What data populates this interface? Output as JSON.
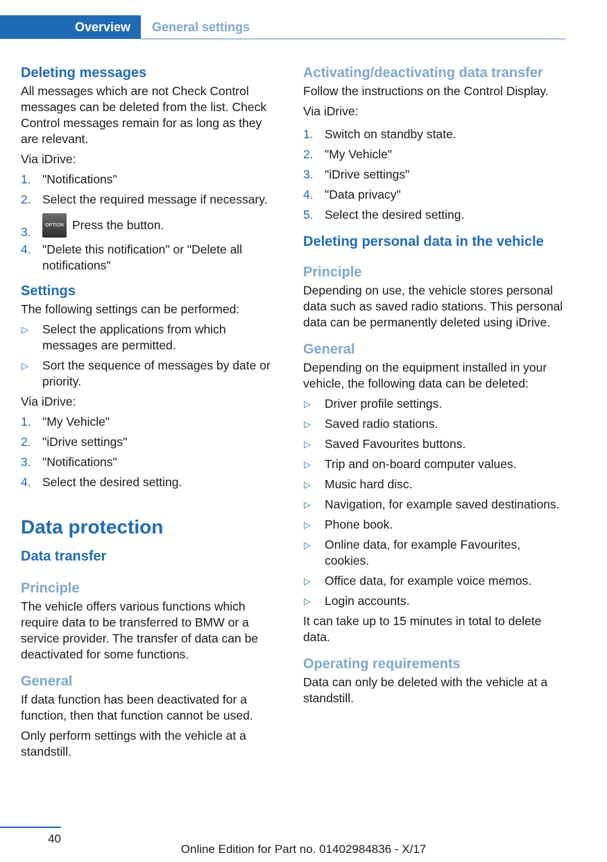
{
  "header": {
    "active_tab": "Overview",
    "inactive_tab": "General settings"
  },
  "left": {
    "deleting_messages": {
      "title": "Deleting messages",
      "para": "All messages which are not Check Control messages can be deleted from the list. Check Control messages remain for as long as they are relevant.",
      "via": "Via iDrive:",
      "steps": [
        {
          "n": "1.",
          "t": "\"Notifications\""
        },
        {
          "n": "2.",
          "t": "Select the required message if necessary."
        },
        {
          "n": "3.",
          "t": "Press the button."
        },
        {
          "n": "4.",
          "t": "\"Delete this notification\" or \"Delete all notifications\""
        }
      ],
      "option_button_label": "OPTION"
    },
    "settings": {
      "title": "Settings",
      "intro": "The following settings can be performed:",
      "bullets": [
        "Select the applications from which messages are permitted.",
        "Sort the sequence of messages by date or priority."
      ],
      "via": "Via iDrive:",
      "steps": [
        {
          "n": "1.",
          "t": "\"My Vehicle\""
        },
        {
          "n": "2.",
          "t": "\"iDrive settings\""
        },
        {
          "n": "3.",
          "t": "\"Notifications\""
        },
        {
          "n": "4.",
          "t": "Select the desired setting."
        }
      ]
    },
    "data_protection": {
      "title": "Data protection",
      "data_transfer": "Data transfer",
      "principle_title": "Principle",
      "principle_text": "The vehicle offers various functions which require data to be transferred to BMW or a service provider. The transfer of data can be deactivated for some functions.",
      "general_title": "General",
      "general_text1": "If data function has been deactivated for a function, then that function cannot be used.",
      "general_text2": "Only perform settings with the vehicle at a standstill."
    }
  },
  "right": {
    "activating": {
      "title": "Activating/deactivating data transfer",
      "para": "Follow the instructions on the Control Display.",
      "via": "Via iDrive:",
      "steps": [
        {
          "n": "1.",
          "t": "Switch on standby state."
        },
        {
          "n": "2.",
          "t": "\"My Vehicle\""
        },
        {
          "n": "3.",
          "t": "\"iDrive settings\""
        },
        {
          "n": "4.",
          "t": "\"Data privacy\""
        },
        {
          "n": "5.",
          "t": "Select the desired setting."
        }
      ]
    },
    "deleting_personal": {
      "title": "Deleting personal data in the vehicle",
      "principle_title": "Principle",
      "principle_text": "Depending on use, the vehicle stores personal data such as saved radio stations. This personal data can be permanently deleted using iDrive.",
      "general_title": "General",
      "general_text": "Depending on the equipment installed in your vehicle, the following data can be deleted:",
      "bullets": [
        "Driver profile settings.",
        "Saved radio stations.",
        "Saved Favourites buttons.",
        "Trip and on-board computer values.",
        "Music hard disc.",
        "Navigation, for example saved destinations.",
        "Phone book.",
        "Online data, for example Favourites, cookies.",
        "Office data, for example voice memos.",
        "Login accounts."
      ],
      "note": "It can take up to 15 minutes in total to delete data.",
      "operating_title": "Operating requirements",
      "operating_text": "Data can only be deleted with the vehicle at a standstill."
    }
  },
  "footer": {
    "page": "40",
    "edition": "Online Edition for Part no. 01402984836 - X/17"
  }
}
